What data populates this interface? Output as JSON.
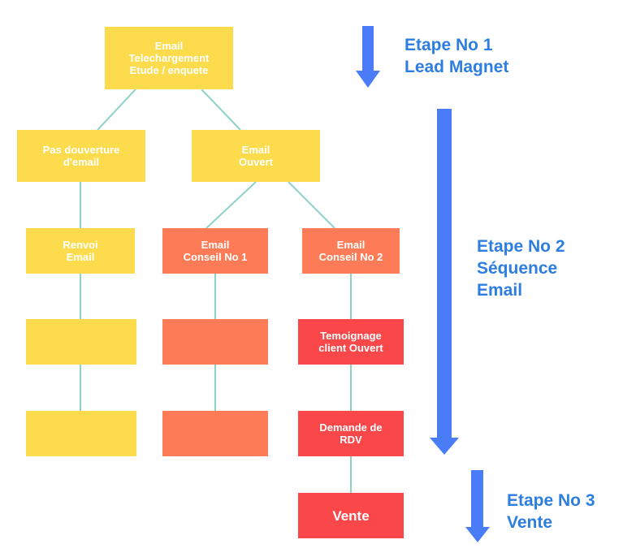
{
  "colors": {
    "yellow": "#fcdc4d",
    "orange": "#fd7b56",
    "red": "#f9474a",
    "connector": "#8ed1c9",
    "arrow": "#4a7cf7",
    "step_text": "#2d7ee0"
  },
  "nodes": {
    "email_download": "Email\nTelechargement\nEtude / enquete",
    "no_open": "Pas douverture\nd'email",
    "opened": "Email\nOuvert",
    "resend": "Renvoi\nEmail",
    "advice1": "Email\nConseil No 1",
    "advice2": "Email\nConseil No 2",
    "testimonial": "Temoignage\nclient Ouvert",
    "rdv_request": "Demande de\nRDV",
    "sale": "Vente",
    "empty_yellow_1": "",
    "empty_yellow_2": "",
    "empty_orange_1": "",
    "empty_orange_2": ""
  },
  "steps": {
    "step1": "Etape No  1\nLead Magnet",
    "step2": "Etape No  2\nSéquence\nEmail",
    "step3": "Etape No  3\nVente"
  },
  "arrows": [
    {
      "icon": "down-arrow-icon",
      "step": "step1"
    },
    {
      "icon": "down-arrow-icon",
      "step": "step2"
    },
    {
      "icon": "down-arrow-icon",
      "step": "step3"
    }
  ]
}
